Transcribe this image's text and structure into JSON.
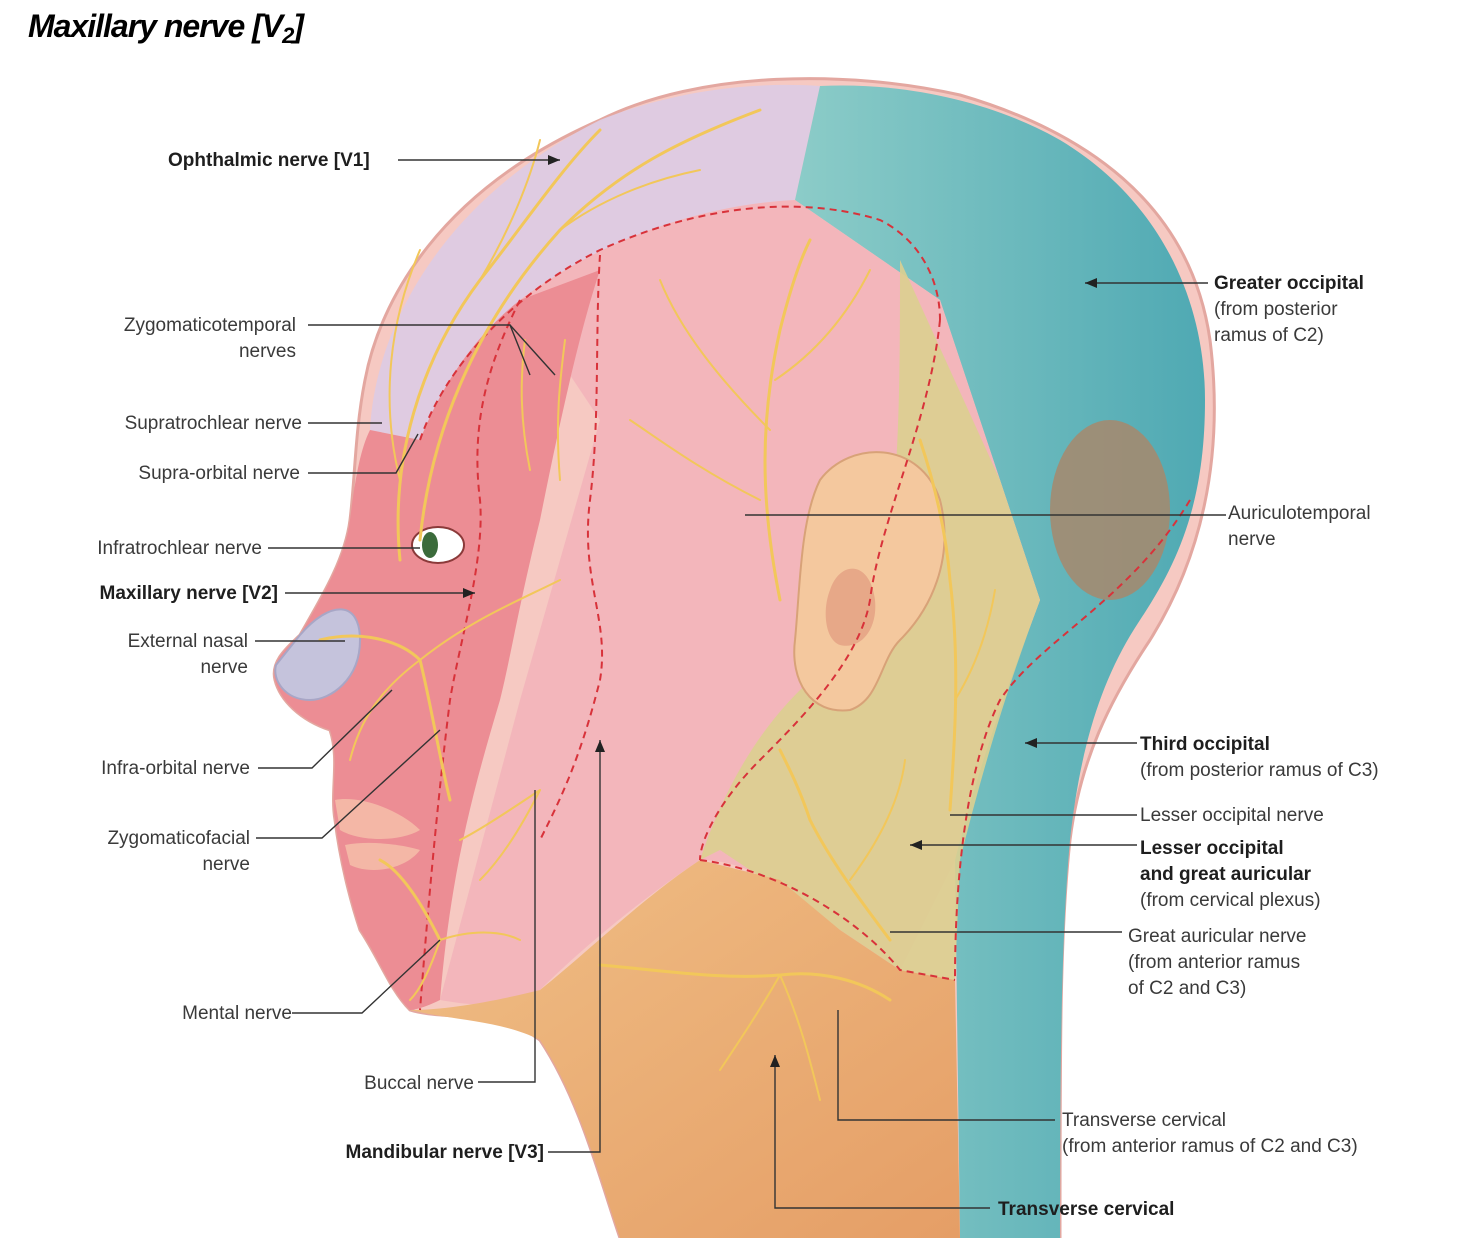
{
  "title": {
    "main": "Maxillary nerve [V",
    "sub": "2",
    "end": "]"
  },
  "labels": {
    "ophthalmic": "Ophthalmic nerve [V1]",
    "zygomaticotemporal_1": "Zygomaticotemporal",
    "zygomaticotemporal_2": "nerves",
    "supratrochlear": "Supratrochlear nerve",
    "supraorbital": "Supra-orbital nerve",
    "infratrochlear": "Infratrochlear nerve",
    "maxillary": "Maxillary nerve [V2]",
    "external_nasal_1": "External nasal",
    "external_nasal_2": "nerve",
    "infraorbital": "Infra-orbital nerve",
    "zygomaticofacial_1": "Zygomaticofacial",
    "zygomaticofacial_2": "nerve",
    "mental": "Mental nerve",
    "buccal": "Buccal nerve",
    "mandibular": "Mandibular nerve [V3]",
    "greater_occipital_1": "Greater occipital",
    "greater_occipital_2": "(from posterior",
    "greater_occipital_3": "ramus of C2)",
    "auriculotemporal_1": "Auriculotemporal",
    "auriculotemporal_2": "nerve",
    "third_occipital_1": "Third occipital",
    "third_occipital_2": "(from posterior ramus of C3)",
    "lesser_occipital_nerve": "Lesser occipital nerve",
    "lesser_great_1": "Lesser occipital",
    "lesser_great_2": "and great auricular",
    "lesser_great_3": "(from cervical plexus)",
    "great_auricular_1": "Great auricular nerve",
    "great_auricular_2": "(from anterior ramus",
    "great_auricular_3": "of C2 and C3)",
    "transverse_cervical_nerve_1": "Transverse cervical",
    "transverse_cervical_nerve_2": "(from anterior ramus of C2 and C3)",
    "transverse_cervical": "Transverse cervical"
  },
  "colors": {
    "v1_region": "#dcc8e2",
    "v2_region": "#ec8a90",
    "v3_region": "#f0aeb4",
    "greater_occipital_region": "#6dbcbc",
    "cervical_plexus_region": "#dcd08e",
    "transverse_cervical_region": "#e8b07a",
    "nerve": "#f2c75a",
    "boundary": "#d8323a"
  }
}
